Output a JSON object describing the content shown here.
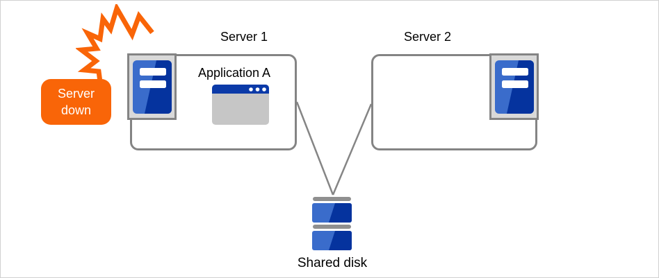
{
  "diagram": {
    "alert": {
      "text": "Server down",
      "line1": "Server",
      "line2": "down"
    },
    "server1": {
      "label": "Server 1",
      "application": "Application A"
    },
    "server2": {
      "label": "Server 2"
    },
    "shared_disk": {
      "label": "Shared disk"
    }
  },
  "icons": {
    "crash": "crash-burst-icon",
    "server": "server-tower-icon",
    "application": "application-window-icon",
    "disk": "disk-stack-icon"
  },
  "colors": {
    "alert_orange": "#F96508",
    "server_blue_light": "#3A6CCB",
    "server_blue_dark": "#05339E",
    "window_title_blue": "#0B3AA8",
    "window_body_gray": "#C6C6C6",
    "box_border_gray": "#848484",
    "icon_panel_gray": "#D9D9D9",
    "disk_bar_gray": "#8F8F8F",
    "connector_gray": "#858585",
    "text_black": "#000000",
    "text_white": "#FFFFFF"
  }
}
